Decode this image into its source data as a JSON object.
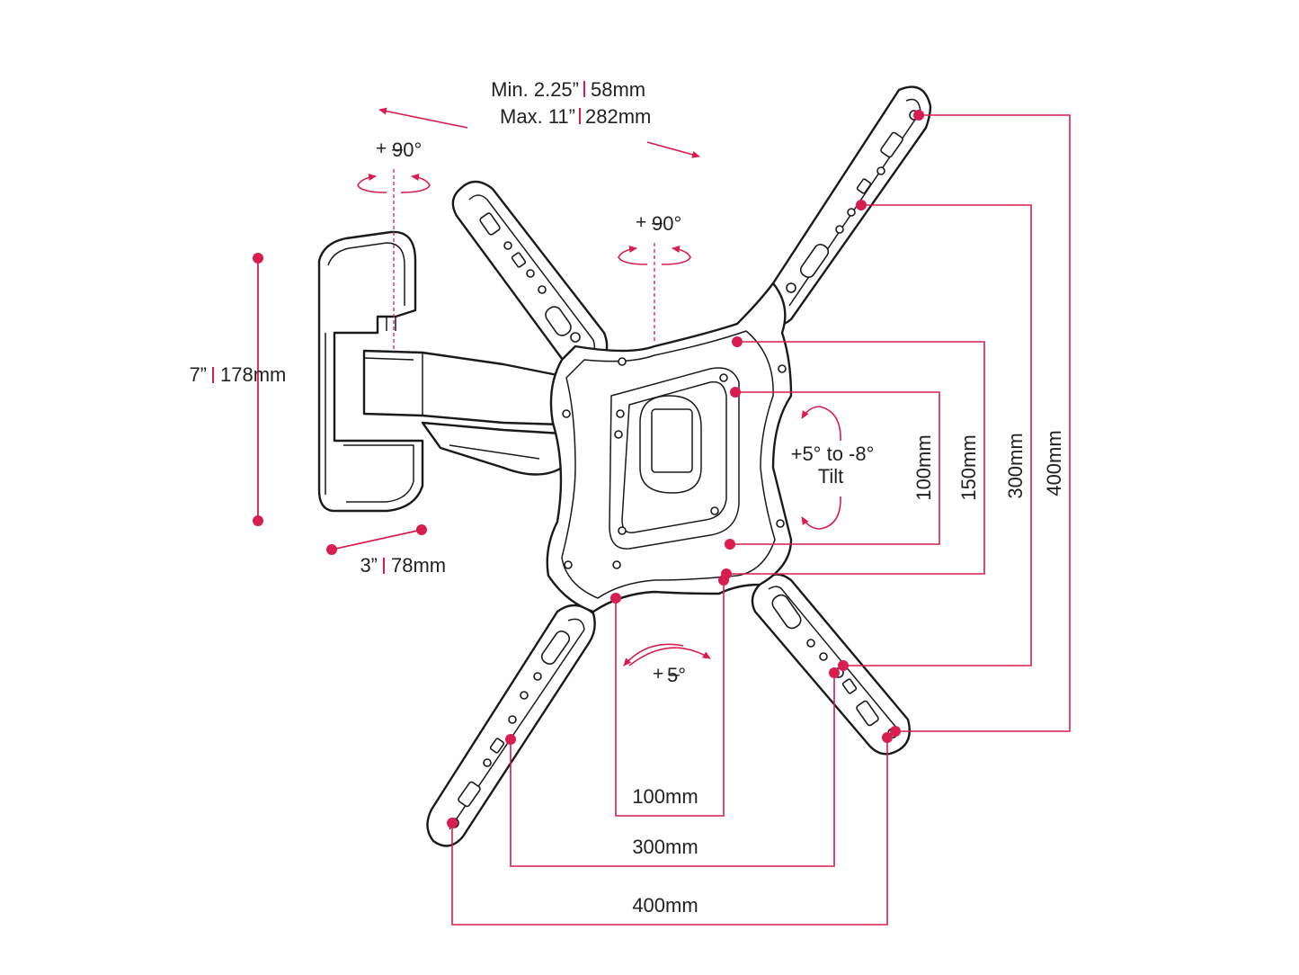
{
  "colors": {
    "accent": "#d81e4e",
    "line": "#1a1a1a",
    "text": "#222222"
  },
  "extension": {
    "min_imperial": "Min.  2.25”",
    "min_metric": "58mm",
    "max_imperial": "Max.  11”",
    "max_metric": "282mm"
  },
  "swivel_wall": {
    "label": "90°",
    "sign": "+ –"
  },
  "swivel_plate": {
    "label": "90°",
    "sign": "+ –"
  },
  "height": {
    "imperial": "7”",
    "metric": "178mm"
  },
  "depth": {
    "imperial": "3”",
    "metric": "78mm"
  },
  "tilt": {
    "line1": "+5° to -8°",
    "line2": "Tilt"
  },
  "level": {
    "label": "5°",
    "sign": "+ –"
  },
  "vesa_vertical": [
    "100mm",
    "150mm",
    "300mm",
    "400mm"
  ],
  "vesa_horizontal": [
    "100mm",
    "300mm",
    "400mm"
  ]
}
